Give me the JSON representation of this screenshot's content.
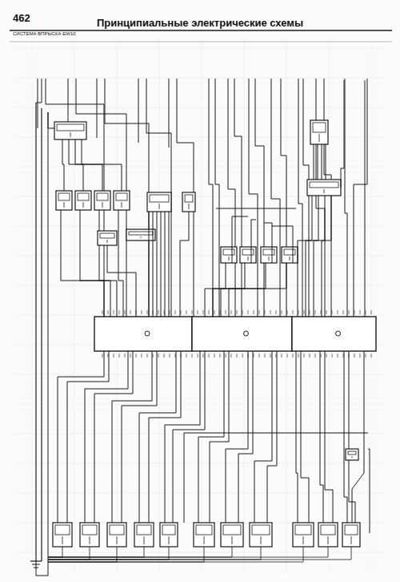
{
  "diagram": {
    "title": "Принципиальные электрические схемы",
    "labels": [
      "462",
      "СИСТЕМА ВПРЫСКА EW10"
    ]
  }
}
